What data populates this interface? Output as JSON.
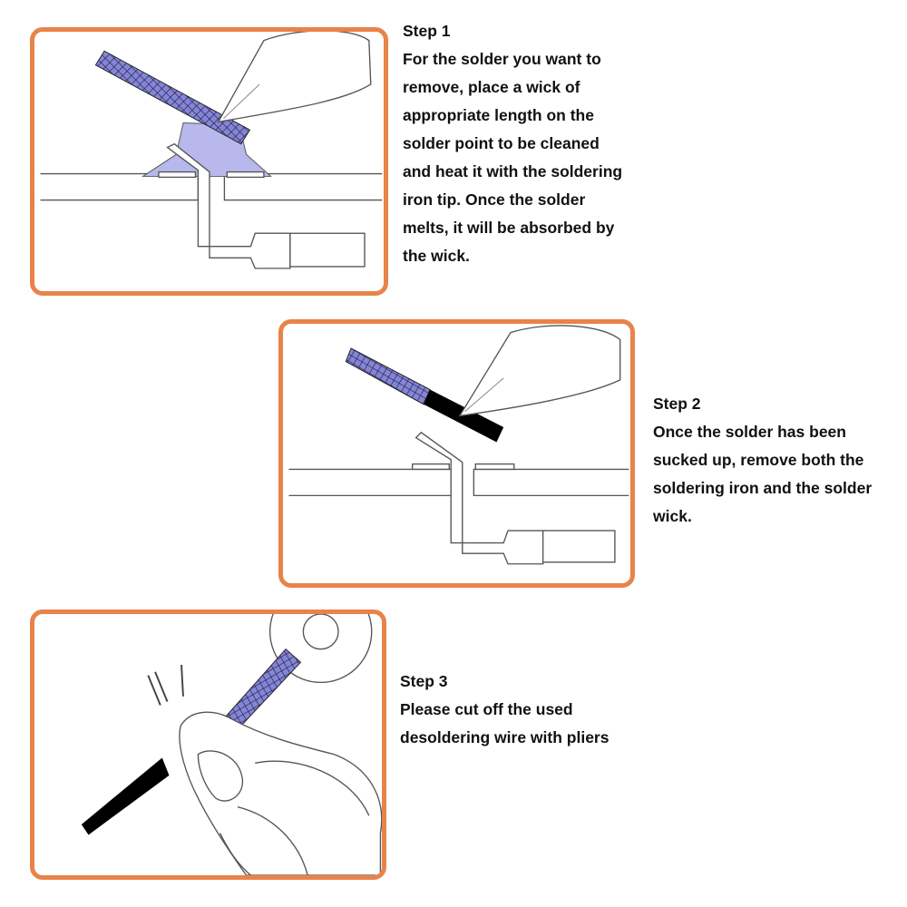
{
  "colors": {
    "frame": "#e8834a",
    "solder": "#b8b8ec",
    "wick": "#8585d8",
    "wick_used": "#000000",
    "line": "#444444"
  },
  "steps": [
    {
      "title": "Step 1",
      "text": "For the solder you want to\nremove, place a wick of\nappropriate length on the\nsolder point to be cleaned\nand heat it with the soldering\niron tip. Once the solder\nmelts, it will be absorbed by\nthe wick."
    },
    {
      "title": "Step 2",
      "text": "Once the solder has been\nsucked up, remove both the\nsoldering iron and the solder\nwick."
    },
    {
      "title": "Step 3",
      "text": "Please cut off the used\ndesoldering wire with pliers"
    }
  ]
}
